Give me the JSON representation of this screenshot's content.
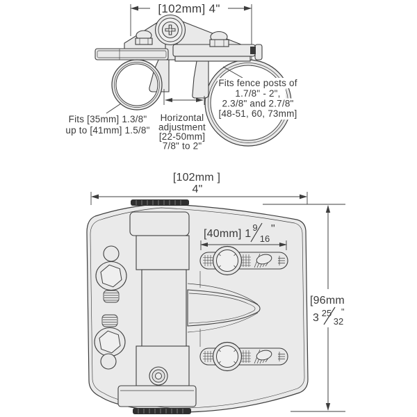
{
  "drawing_title": "gate hinge clamp technical drawing",
  "colors": {
    "background": "#ffffff",
    "body_fill": "#e9e9e9",
    "line": "#3d3d3d",
    "knurl_dark": "#2f2f2f",
    "text": "#3a3a3a"
  },
  "icons": {
    "pivot_screw": "phillips-cross-screw-icon",
    "hex_bolts": "hex-carriage-bolt-icon",
    "knurl_strips": "knurled-wheel-edge"
  },
  "top_view": {
    "width_dim": "[102mm] 4\"",
    "gate_label": [
      "Fits [35mm] 1.3/8\"",
      "up to [41mm] 1.5/8\""
    ],
    "adjust_label": [
      "Horizontal",
      "adjustment",
      "[22-50mm]",
      "7/8\" to 2\""
    ],
    "post_label": [
      "Fits fence posts of",
      "1.7/8\" - 2\",",
      "2.3/8\" and 2.7/8\"",
      "[48-51, 60, 73mm]"
    ]
  },
  "front_view": {
    "width_dim_mm": "[102mm ]",
    "width_dim_in": "4\"",
    "slot_dim": {
      "prefix": "[40mm] 1",
      "numerator": "9",
      "denominator": "16",
      "unit": "\""
    },
    "height_dim": {
      "mm": "[96mm",
      "whole": "3",
      "numerator": "25",
      "denominator": "32",
      "unit": "\""
    }
  }
}
